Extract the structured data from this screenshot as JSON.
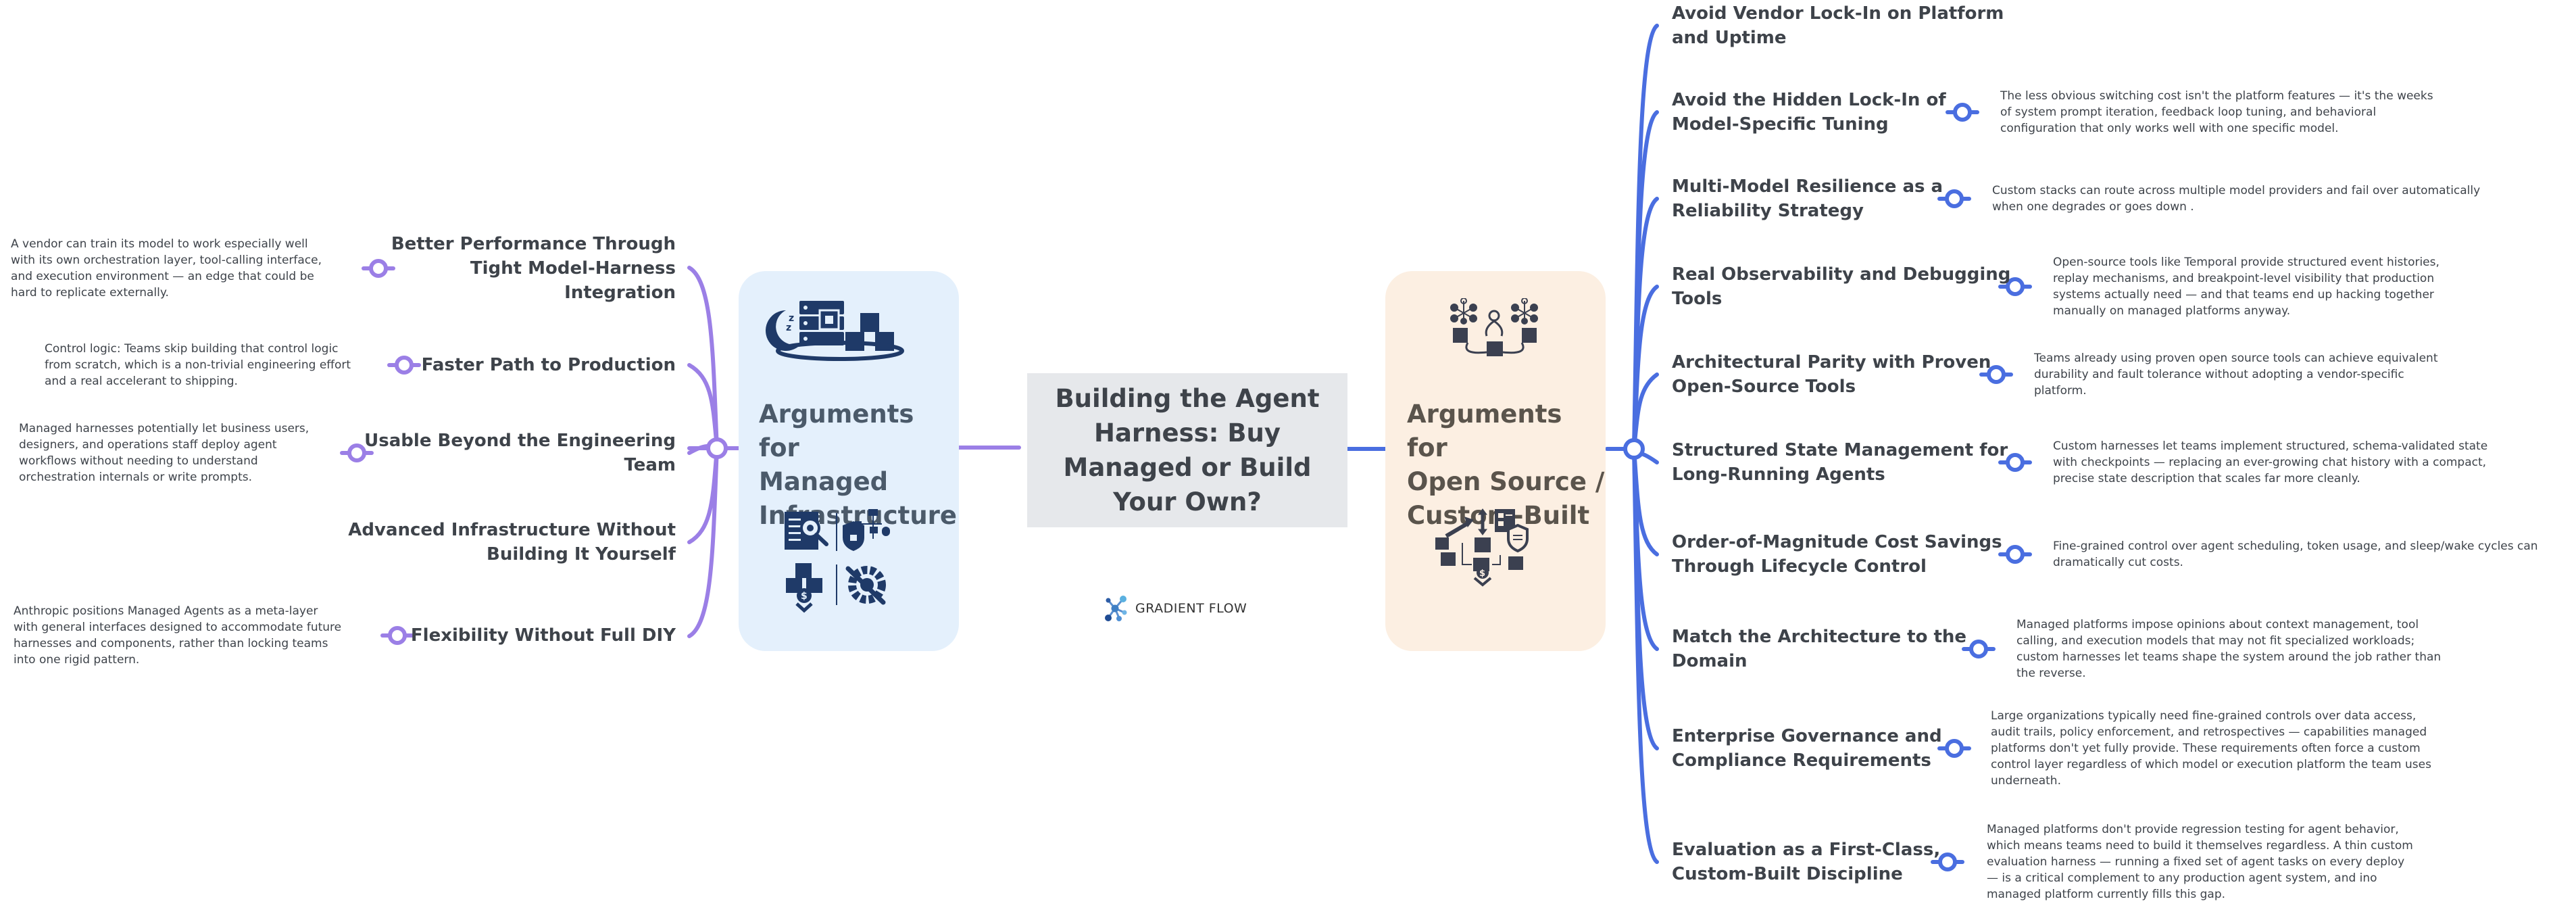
{
  "center": {
    "title": "Building the Agent Harness: Buy Managed or Build Your Own?"
  },
  "branding": {
    "logo_icon": "network-node-icon",
    "name": "GRADIENT FLOW"
  },
  "colors": {
    "managed_accent": "#9b7fe6",
    "custom_accent": "#4a6ee0",
    "managed_panel": "#e4f0fc",
    "custom_panel": "#fcefe2",
    "center_box": "#e6e8eb",
    "icon_navy": "#1f3a68",
    "icon_slate": "#3b4050"
  },
  "left_branch": {
    "title": "Arguments for Managed Infrastructure",
    "title_lines": [
      "Arguments for",
      "Managed",
      "Infrastructure"
    ],
    "icons_top": [
      "moon-sleep-icon",
      "server-chip-icon",
      "cubes-icon"
    ],
    "icons_bottom": [
      "document-search-bug-icon",
      "shield-lock-flowchart-icon",
      "cubes-dollar-icon",
      "wrench-gear-icon"
    ],
    "items": [
      {
        "heading": "Better Performance Through Tight Model-Harness Integration",
        "heading_lines": [
          "Better Performance Through",
          "Tight Model-Harness",
          "Integration"
        ],
        "detail_lines": [
          "A vendor can train its model to work especially well",
          "with its own orchestration layer, tool-calling interface,",
          "and execution environment — an edge that could be",
          "hard to replicate externally."
        ]
      },
      {
        "heading": "Faster Path to Production",
        "heading_lines": [
          "Faster Path to Production"
        ],
        "detail_lines": [
          "Control logic: Teams skip building that control logic",
          "from scratch, which is a non-trivial engineering effort",
          "and a real accelerant to shipping."
        ]
      },
      {
        "heading": "Usable Beyond the Engineering Team",
        "heading_lines": [
          "Usable Beyond the Engineering",
          "Team"
        ],
        "detail_lines": [
          "Managed harnesses potentially let business users,",
          "designers, and operations staff deploy agent",
          "workflows without needing to understand",
          "orchestration internals or write prompts."
        ]
      },
      {
        "heading": "Advanced Infrastructure Without Building It Yourself",
        "heading_lines": [
          "Advanced Infrastructure Without",
          "Building It Yourself"
        ],
        "detail_lines": []
      },
      {
        "heading": "Flexibility Without Full DIY",
        "heading_lines": [
          "Flexibility Without Full DIY"
        ],
        "detail_lines": [
          "Anthropic positions Managed Agents as a meta-layer",
          "with general interfaces designed to accommodate future",
          "harnesses and components, rather than locking teams",
          "into one rigid pattern."
        ]
      }
    ]
  },
  "right_branch": {
    "title": "Arguments for Open Source / Custom-Built",
    "title_lines": [
      "Arguments for",
      "Open Source /",
      "Custom-Built"
    ],
    "icons_top": [
      "neural-network-icon",
      "routing-cubes-icon"
    ],
    "icons_bottom": [
      "scaling-arrow-icon",
      "checklist-icon",
      "shield-document-icon",
      "cubes-dollar-icon"
    ],
    "items": [
      {
        "heading": "Avoid Vendor Lock-In on Platform and Uptime",
        "heading_lines": [
          "Avoid Vendor Lock-In on Platform",
          "and Uptime"
        ],
        "detail_lines": []
      },
      {
        "heading": "Avoid the Hidden Lock-In of Model-Specific Tuning",
        "heading_lines": [
          "Avoid the Hidden Lock-In of",
          "Model-Specific Tuning"
        ],
        "detail_lines": [
          "The less obvious switching cost isn't the platform features — it's the weeks",
          "of system prompt iteration, feedback loop tuning, and behavioral",
          "configuration that only works well with one specific model."
        ]
      },
      {
        "heading": "Multi-Model Resilience as a Reliability Strategy",
        "heading_lines": [
          "Multi-Model Resilience as a",
          "Reliability Strategy"
        ],
        "detail_lines": [
          "Custom stacks can route across multiple model providers and fail over automatically",
          "when one degrades or goes down ."
        ]
      },
      {
        "heading": "Real Observability and Debugging Tools",
        "heading_lines": [
          "Real Observability and Debugging",
          "Tools"
        ],
        "detail_lines": [
          "Open-source tools like Temporal provide structured event histories,",
          "replay mechanisms, and breakpoint-level visibility that production",
          "systems actually need — and that teams end up hacking together",
          "manually on managed platforms anyway."
        ]
      },
      {
        "heading": "Architectural Parity with Proven Open-Source Tools",
        "heading_lines": [
          "Architectural Parity with Proven",
          "Open-Source Tools"
        ],
        "detail_lines": [
          "Teams already using proven open source tools can achieve equivalent",
          "durability and fault tolerance without adopting a vendor-specific",
          "platform."
        ]
      },
      {
        "heading": "Structured State Management for Long-Running Agents",
        "heading_lines": [
          "Structured State Management for",
          "Long-Running Agents"
        ],
        "detail_lines": [
          "Custom harnesses let teams implement structured, schema-validated state",
          "with checkpoints — replacing an ever-growing chat history with a compact,",
          "precise state description that scales far more cleanly."
        ]
      },
      {
        "heading": "Order-of-Magnitude Cost Savings Through Lifecycle Control",
        "heading_lines": [
          "Order-of-Magnitude Cost Savings",
          "Through Lifecycle Control"
        ],
        "detail_lines": [
          "Fine-grained control over agent scheduling, token usage, and sleep/wake cycles can",
          "dramatically cut costs."
        ]
      },
      {
        "heading": "Match the Architecture to the Domain",
        "heading_lines": [
          "Match the Architecture to the",
          "Domain"
        ],
        "detail_lines": [
          "Managed platforms impose opinions about context management, tool",
          "calling, and execution models that may not fit specialized workloads;",
          "custom harnesses let teams shape the system around the job rather than",
          "the reverse."
        ]
      },
      {
        "heading": "Enterprise Governance and Compliance Requirements",
        "heading_lines": [
          "Enterprise Governance and",
          "Compliance Requirements"
        ],
        "detail_lines": [
          "Large organizations typically need fine-grained controls over data access,",
          "audit trails, policy enforcement, and retrospectives — capabilities managed",
          "platforms don't yet fully provide. These requirements often force a custom",
          "control layer regardless of which model or execution platform the team uses",
          "underneath."
        ]
      },
      {
        "heading": "Evaluation as a First-Class, Custom-Built Discipline",
        "heading_lines": [
          "Evaluation as a First-Class,",
          "Custom-Built Discipline"
        ],
        "detail_lines": [
          "Managed platforms don't provide regression testing for agent behavior,",
          "which means teams need to build it themselves regardless. A thin custom",
          "evaluation harness — running a fixed set of agent tasks on every deploy",
          "— is a critical complement to any production agent system, and ino",
          "managed platform currently fills this gap."
        ]
      }
    ]
  }
}
